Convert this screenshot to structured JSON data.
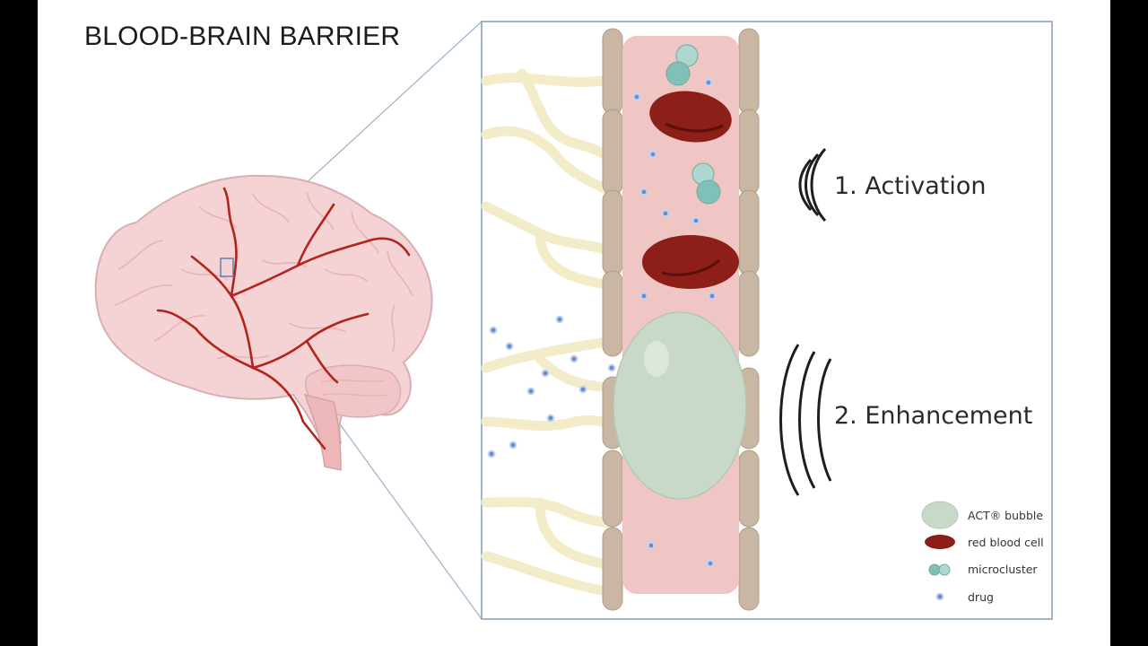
{
  "title": "BLOOD-BRAIN BARRIER",
  "steps": [
    {
      "label": "1. Activation"
    },
    {
      "label": "2. Enhancement"
    }
  ],
  "legend": [
    {
      "label": "ACT® bubble",
      "icon": "act-bubble-icon",
      "color": "#c9d9c9"
    },
    {
      "label": "red blood cell",
      "icon": "red-blood-cell-icon",
      "color": "#8c1f17"
    },
    {
      "label": "microcluster",
      "icon": "microcluster-icon",
      "color": "#7fc0b8"
    },
    {
      "label": "drug",
      "icon": "drug-icon",
      "color": "#6a8fd0"
    }
  ],
  "colors": {
    "vessel": "#efc6c4",
    "vessel_wall": "#c9b7a4",
    "astrocyte": "#f3ecc9",
    "brain": "#f5d2d4",
    "artery": "#b3231d",
    "frame": "#8ba2bf"
  }
}
